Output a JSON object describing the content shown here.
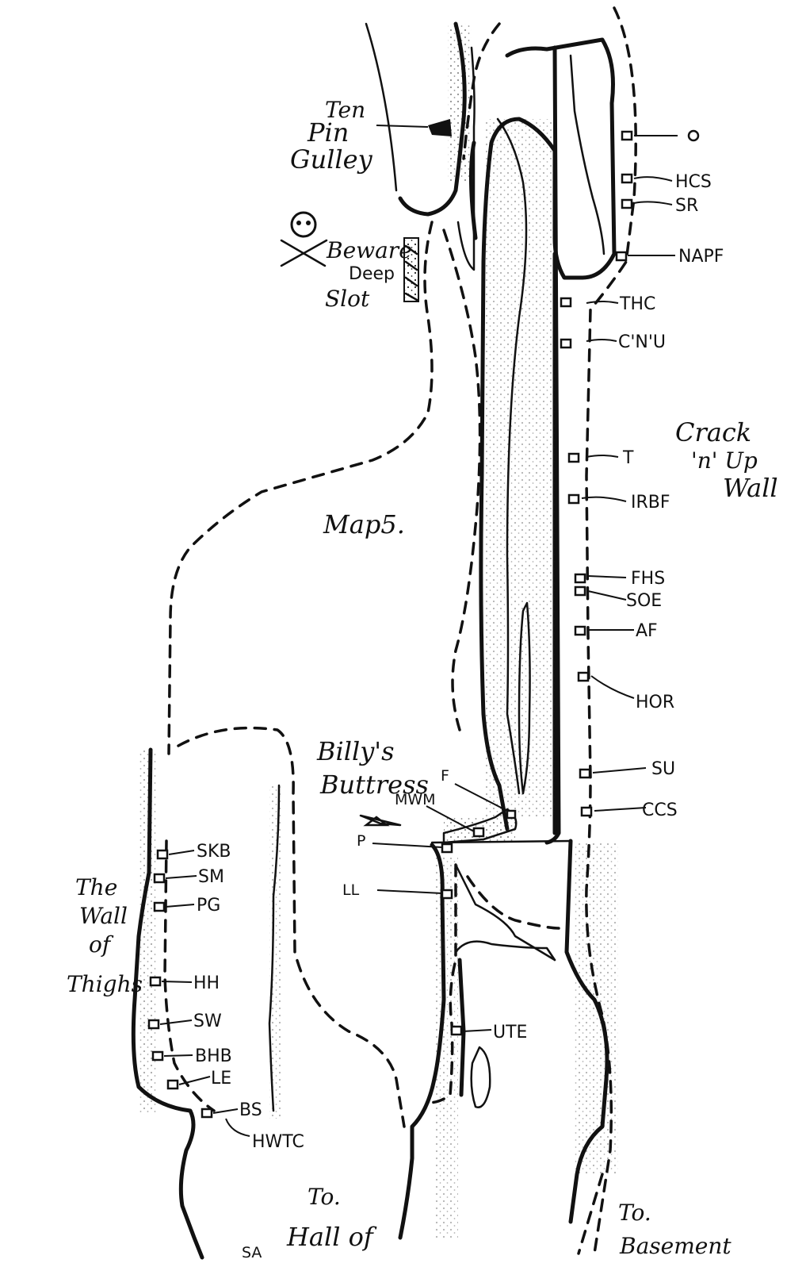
{
  "map": {
    "title": "Map5.",
    "areas": {
      "ten_pin_gulley": [
        "Ten",
        "Pin",
        "Gulley"
      ],
      "beware": [
        "Beware",
        "Deep",
        "Slot"
      ],
      "crack_n_up_wall": [
        "Crack",
        "'n' Up",
        "Wall"
      ],
      "billys_buttress": [
        "Billy's",
        "Buttress"
      ],
      "wall_of_thighs": [
        "The",
        "Wall",
        "of",
        "Thighs"
      ],
      "to_hall_of": [
        "To.",
        "Hall of"
      ],
      "to_basement": [
        "To.",
        "Basement"
      ]
    },
    "routes_right": [
      {
        "label": "O"
      },
      {
        "label": "HCS"
      },
      {
        "label": "SR"
      },
      {
        "label": "NAPF"
      },
      {
        "label": "THC"
      },
      {
        "label": "C'N'U"
      },
      {
        "label": "T"
      },
      {
        "label": "IRBF"
      },
      {
        "label": "FHS"
      },
      {
        "label": "SOE"
      },
      {
        "label": "AF"
      },
      {
        "label": "HOR"
      },
      {
        "label": "SU"
      },
      {
        "label": "CCS"
      }
    ],
    "routes_centre": [
      {
        "label": "F"
      },
      {
        "label": "MWM"
      },
      {
        "label": "P"
      },
      {
        "label": "LL"
      },
      {
        "label": "UTE"
      }
    ],
    "routes_left": [
      {
        "label": "SKB"
      },
      {
        "label": "SM"
      },
      {
        "label": "PG"
      },
      {
        "label": "HH"
      },
      {
        "label": "SW"
      },
      {
        "label": "BHB"
      },
      {
        "label": "LE"
      },
      {
        "label": "BS"
      },
      {
        "label": "HWTC"
      }
    ],
    "bottom_fragment": "SA"
  }
}
